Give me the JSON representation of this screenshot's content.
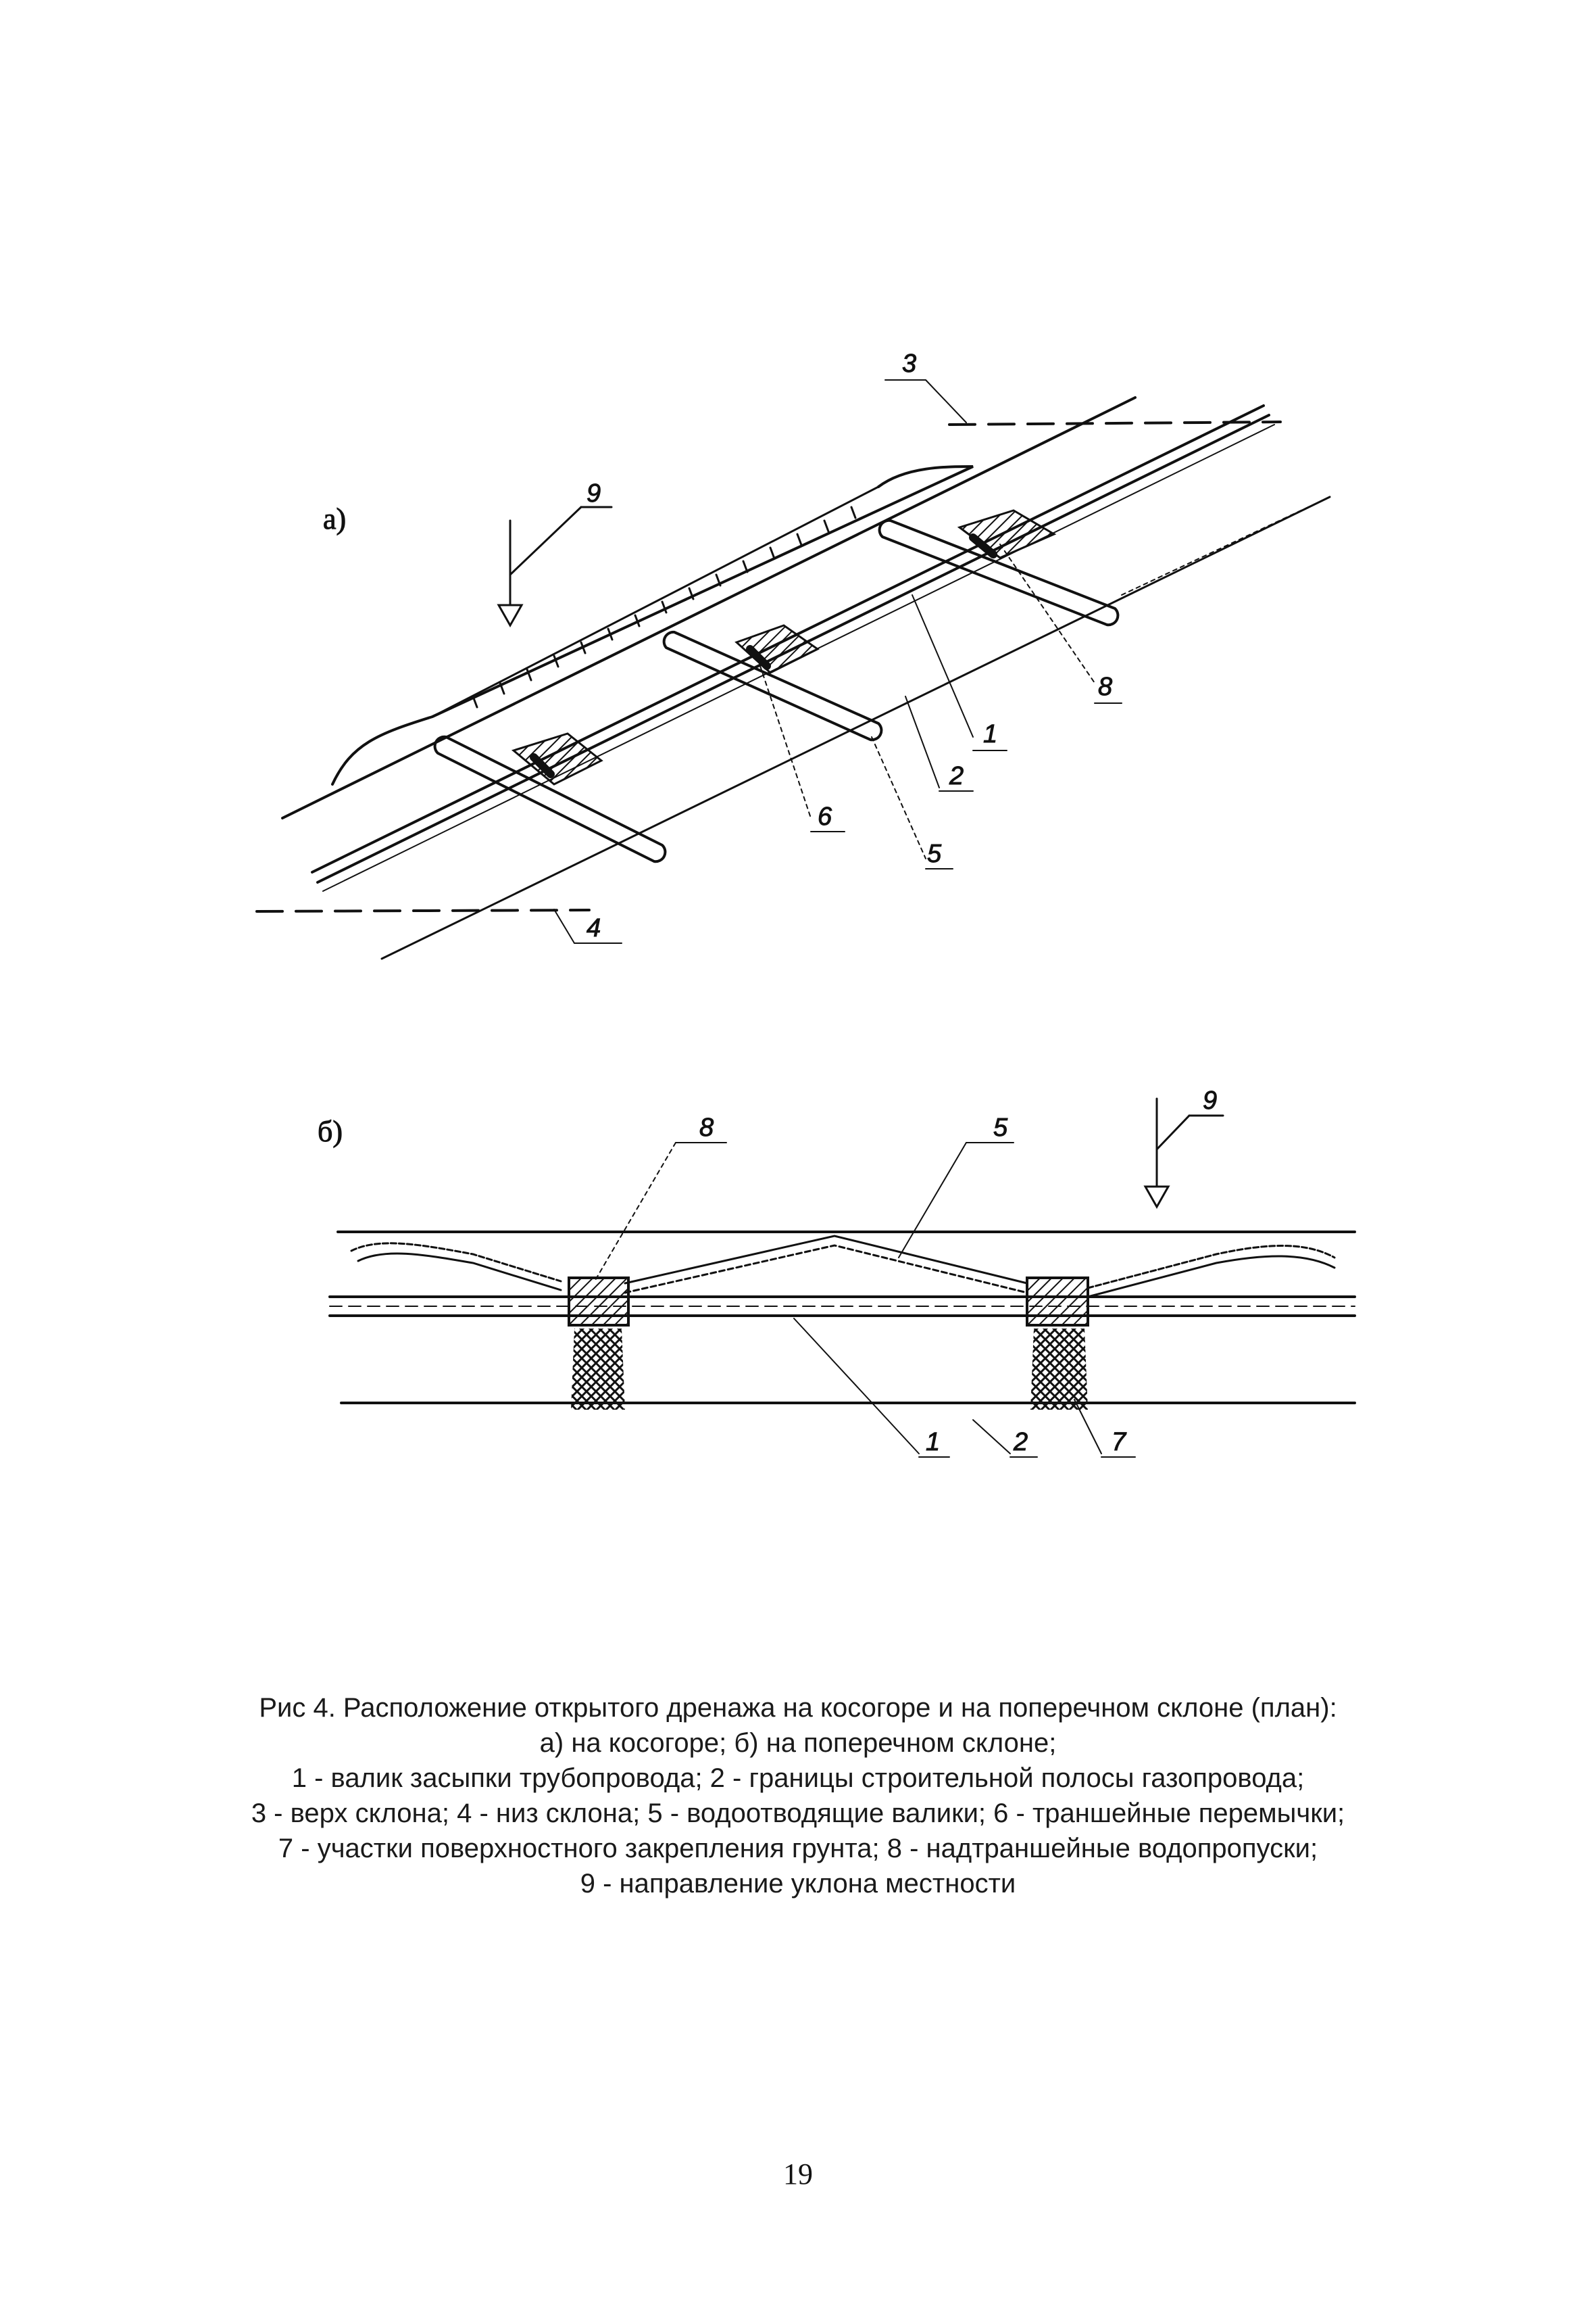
{
  "figure": {
    "part_a_label": "а)",
    "part_b_label": "б)",
    "callouts_a": [
      "3",
      "9",
      "8",
      "1",
      "2",
      "6",
      "5",
      "4"
    ],
    "callouts_b": [
      "8",
      "5",
      "9",
      "1",
      "2",
      "7"
    ]
  },
  "caption": {
    "line1": "Рис 4. Расположение открытого дренажа на косогоре и на поперечном склоне (план):",
    "line2": "а) на косогоре; б) на поперечном склоне;",
    "line3": "1 - валик засыпки трубопровода; 2 - границы строительной полосы газопровода;",
    "line4": "3 - верх склона; 4 - низ склона; 5 - водоотводящие валики; 6 - траншейные перемычки;",
    "line5": "7 - участки поверхностного закрепления грунта; 8 - надтраншейные водопропуски;",
    "line6": "9 - направление уклона местности"
  },
  "page_number": "19"
}
